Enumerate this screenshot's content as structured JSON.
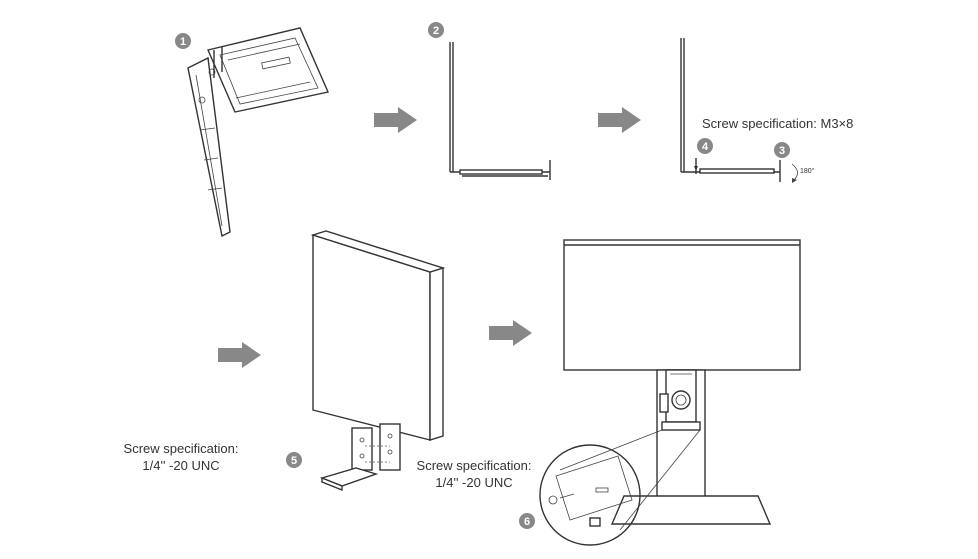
{
  "steps": {
    "s1": "1",
    "s2": "2",
    "s3": "3",
    "s4": "4",
    "s5": "5",
    "s6": "6"
  },
  "labels": {
    "screw_m3": "Screw specification: M3×8",
    "rotate": "180°",
    "screw_left_line1": "Screw specification:",
    "screw_left_line2": "1/4'' -20 UNC",
    "screw_mid_line1": "Screw specification:",
    "screw_mid_line2": "1/4'' -20 UNC"
  },
  "colors": {
    "arrow": "#888888",
    "badge": "#888888",
    "line": "#333333"
  }
}
